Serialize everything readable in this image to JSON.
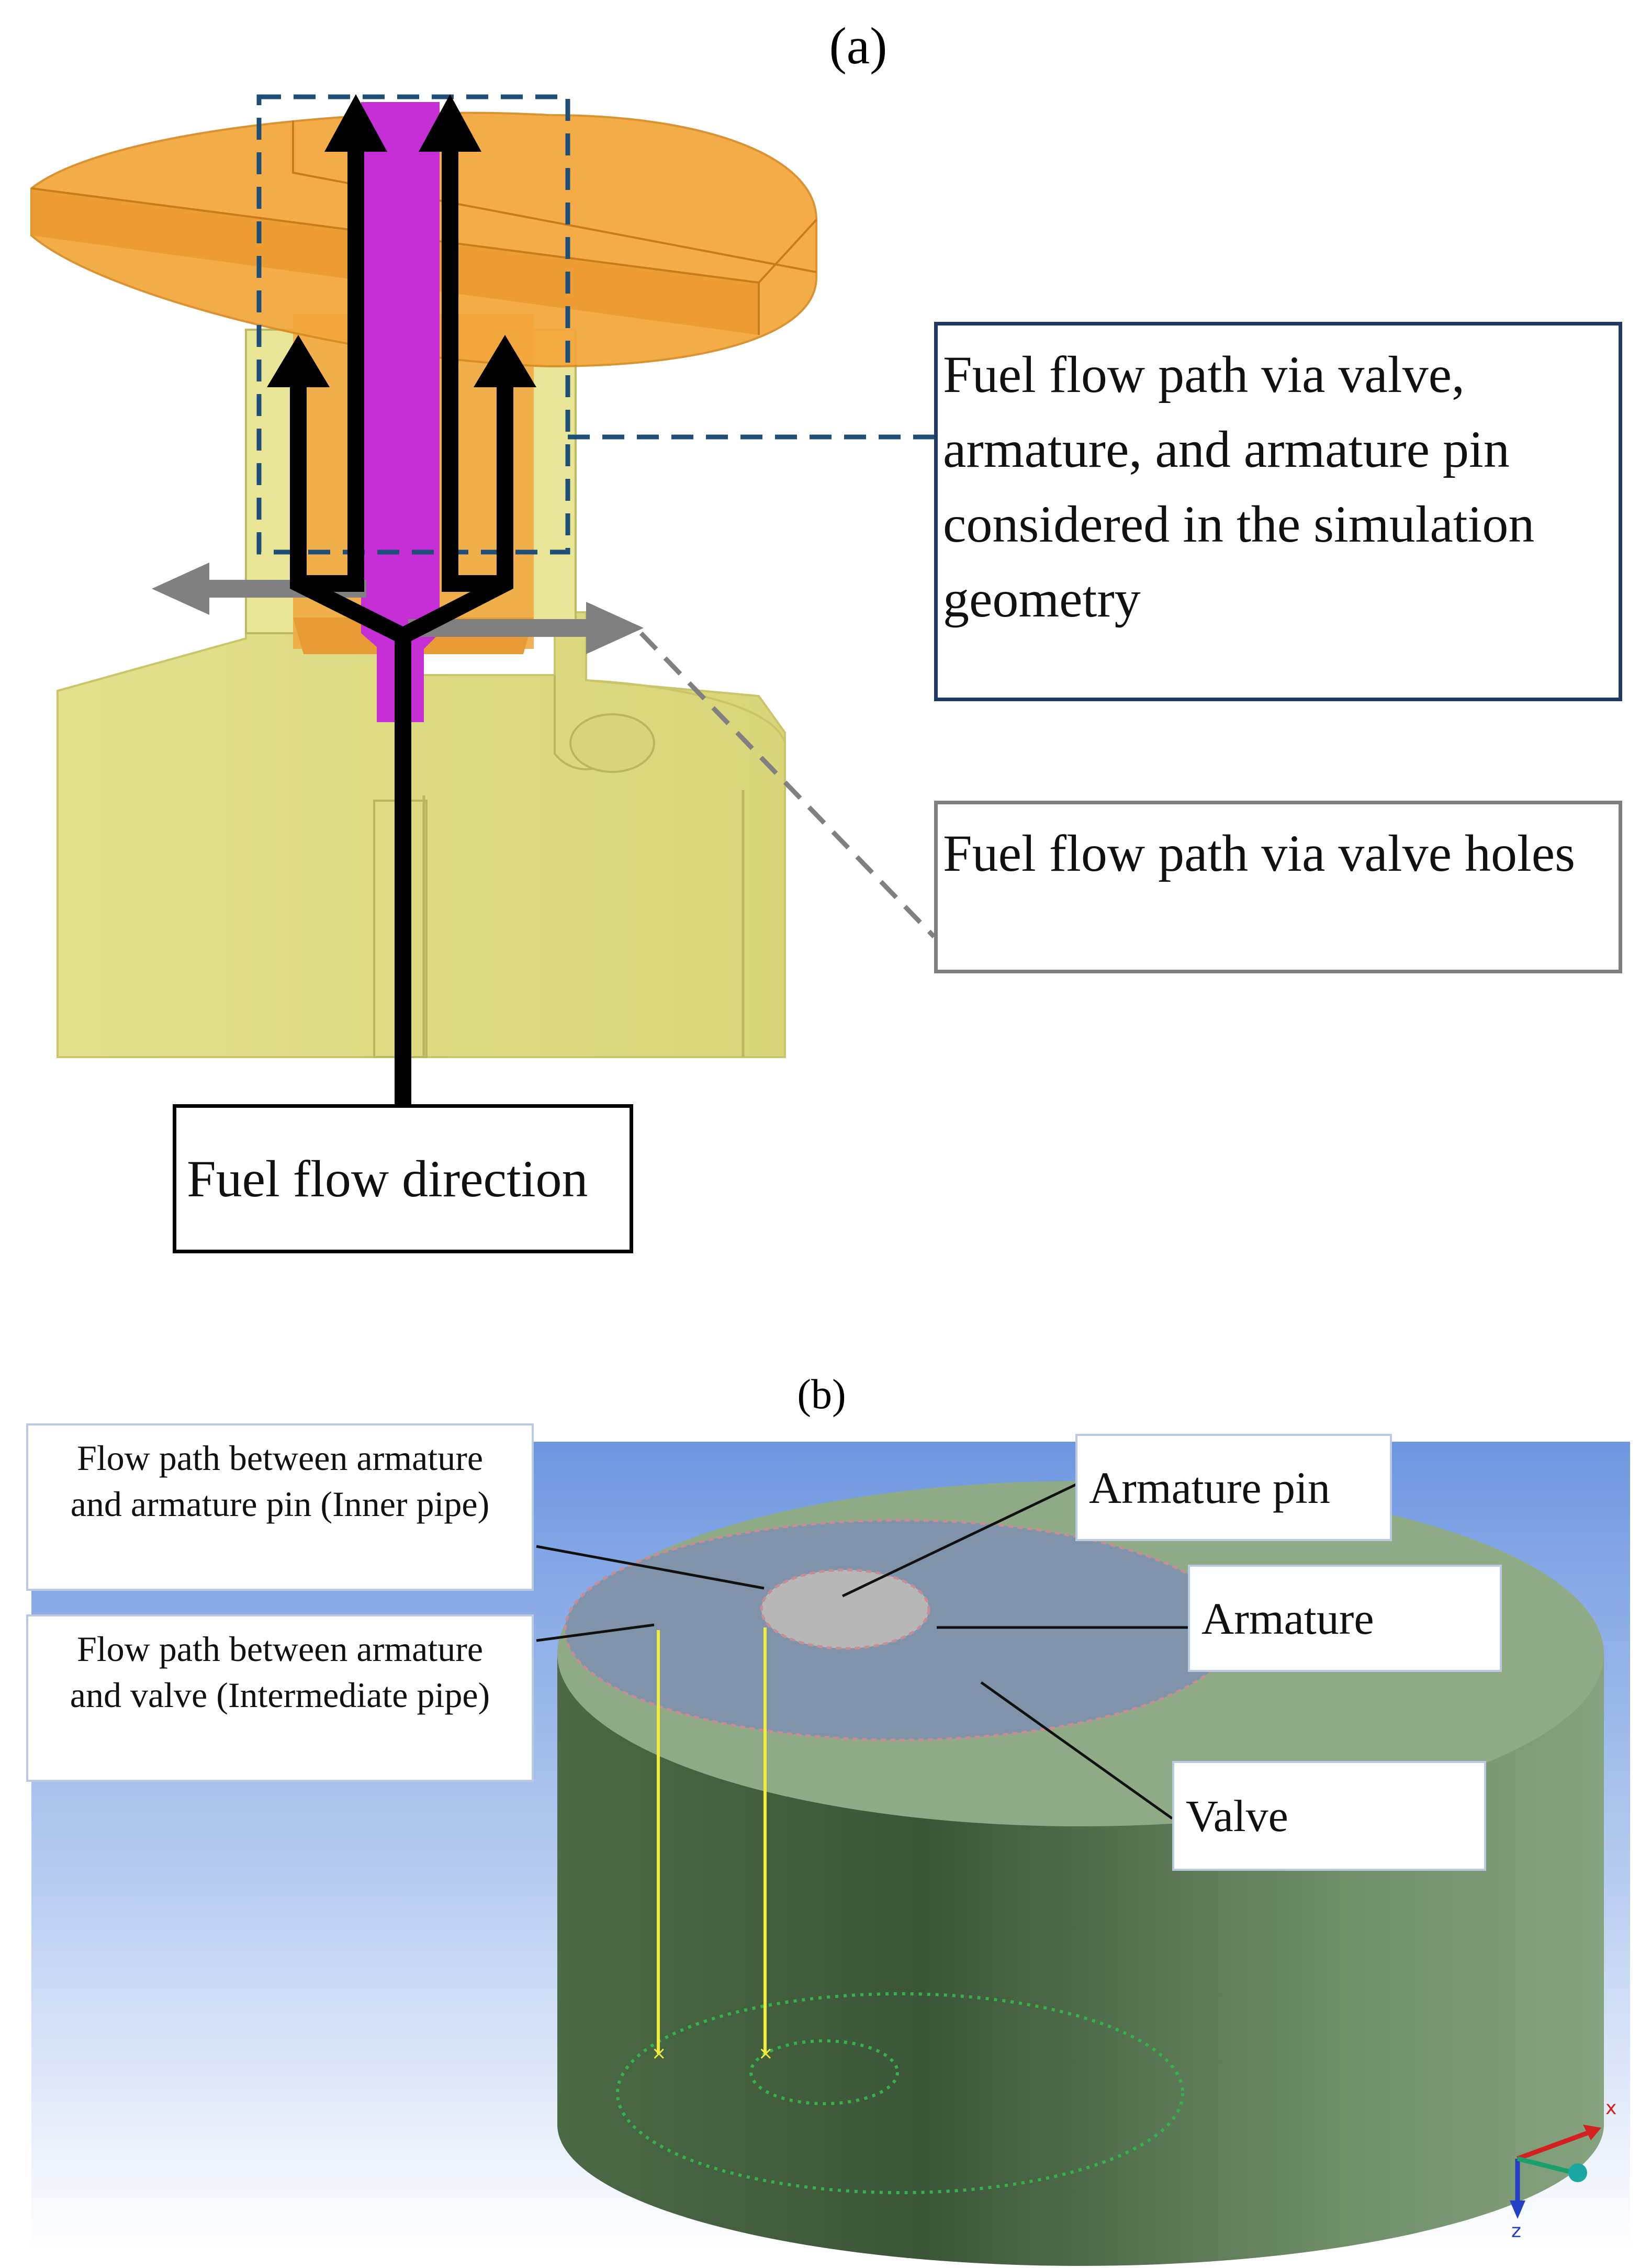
{
  "panel_a": {
    "caption": "(a)",
    "label_simulation": "Fuel flow path via valve, armature, and armature pin considered in the simulation geometry",
    "label_valve_holes": "Fuel flow path via valve holes",
    "label_direction": "Fuel flow direction"
  },
  "panel_b": {
    "caption": "(b)",
    "label_inner_pipe": "Flow path between armature and armature pin (Inner pipe)",
    "label_intermediate_pipe": "Flow path between armature and valve (Intermediate pipe)",
    "label_armature_pin": "Armature pin",
    "label_armature": "Armature",
    "label_valve": "Valve",
    "axis_x": "x",
    "axis_z": "z"
  },
  "colors": {
    "armature_orange": "#f5a93f",
    "valve_yellow": "#e6e48d",
    "pin_magenta": "#c62fd6",
    "arrow_black": "#000000",
    "arrow_grey": "#808080",
    "dash_blue": "#1f4e79",
    "cylinder_green": "#5f7f58",
    "pipe_blue_grey": "#8095ab",
    "pin_grey": "#b7b7b7",
    "path_yellow": "#f1ec3c",
    "bg_blue_top": "#6e97e0"
  }
}
